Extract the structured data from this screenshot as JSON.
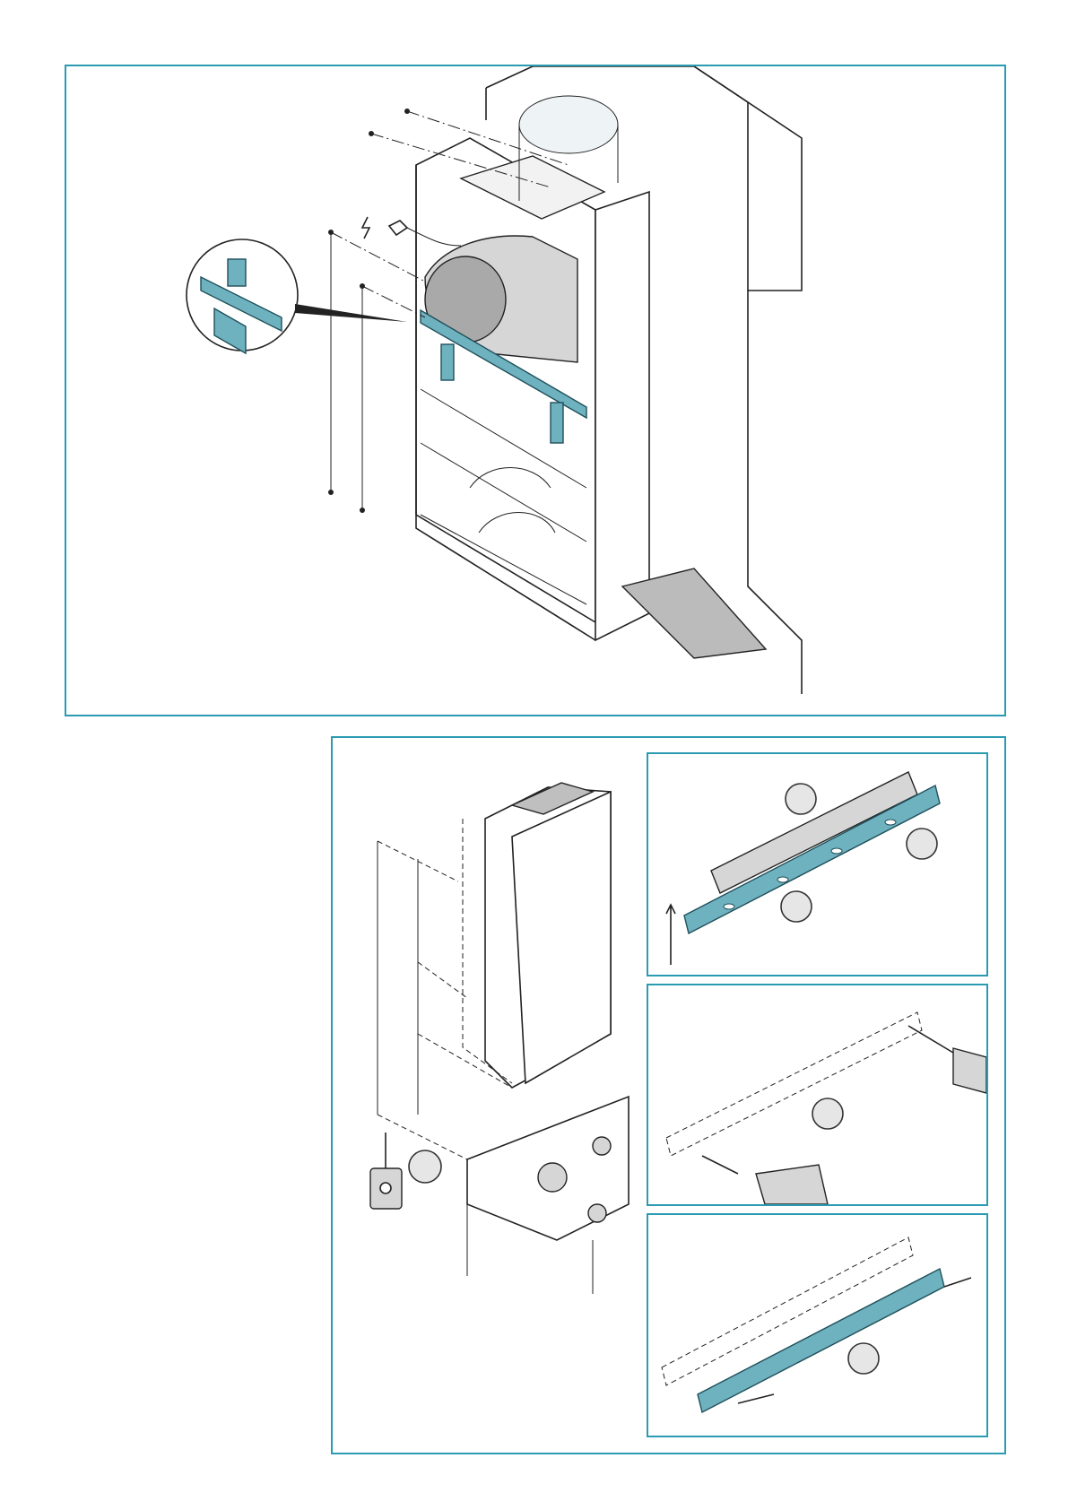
{
  "colors": {
    "frame_border": "#2a9bb0",
    "bracket": "#6fb2bf",
    "step_circle": "#e6e6e6"
  },
  "figure_top": {
    "title": "",
    "icons": [
      "power-plug-icon",
      "electric-bolt-icon"
    ]
  },
  "figure_bottom": {
    "main": {
      "steps": [
        {
          "label": ""
        }
      ]
    },
    "sub_panels": [
      {
        "name": "level-and-mark",
        "steps": [
          {
            "label": ""
          },
          {
            "label": ""
          },
          {
            "label": ""
          }
        ]
      },
      {
        "name": "drill-and-plug",
        "steps": [
          {
            "label": ""
          }
        ]
      },
      {
        "name": "screw-bracket",
        "steps": [
          {
            "label": ""
          }
        ]
      }
    ]
  }
}
